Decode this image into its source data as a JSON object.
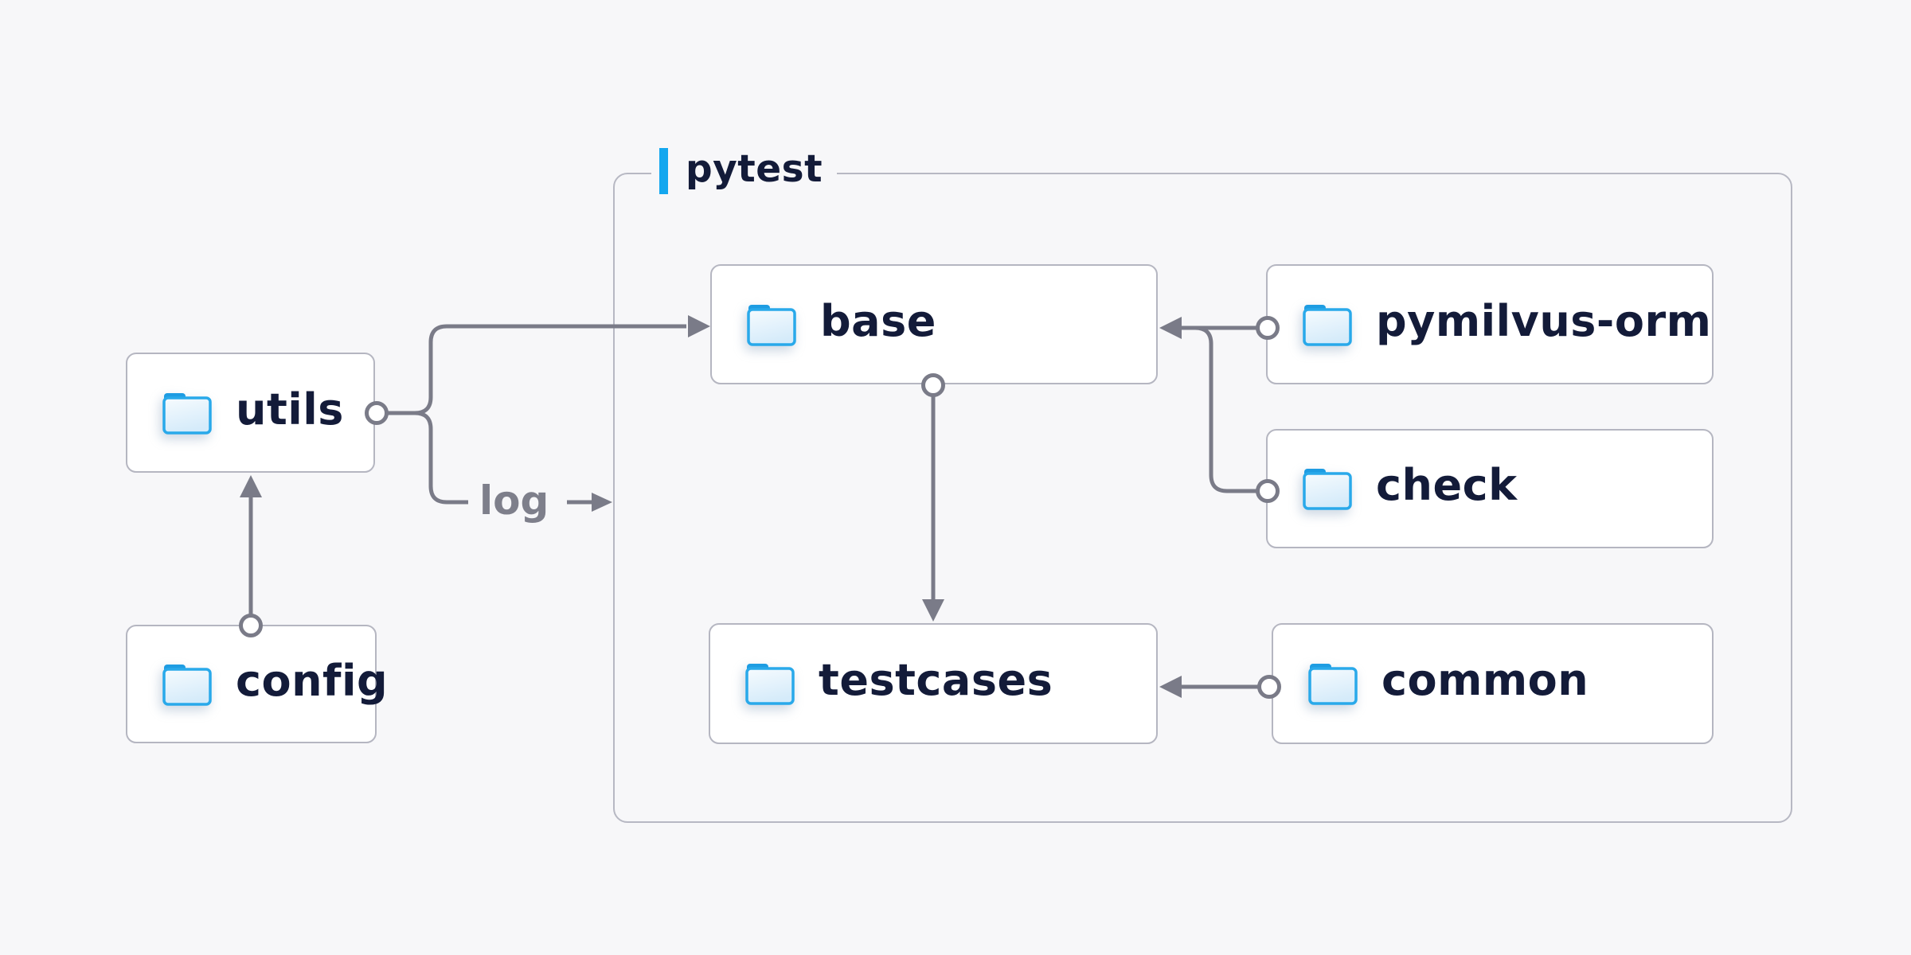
{
  "diagram": {
    "container": {
      "label": "pytest"
    },
    "nodes": {
      "utils": {
        "label": "utils",
        "icon": "folder-icon"
      },
      "config": {
        "label": "config",
        "icon": "folder-icon"
      },
      "base": {
        "label": "base",
        "icon": "folder-icon"
      },
      "pymilvus": {
        "label": "pymilvus-orm",
        "icon": "folder-icon"
      },
      "check": {
        "label": "check",
        "icon": "folder-icon"
      },
      "testcases": {
        "label": "testcases",
        "icon": "folder-icon"
      },
      "common": {
        "label": "common",
        "icon": "folder-icon"
      }
    },
    "edge_labels": {
      "log": "log"
    },
    "edges": [
      {
        "from": "config",
        "to": "utils",
        "style": "arrow"
      },
      {
        "from": "utils",
        "to": "base",
        "style": "arrow"
      },
      {
        "from": "utils",
        "to": "log",
        "style": "arrow",
        "label": "log"
      },
      {
        "from": "pymilvus-orm",
        "to": "base",
        "style": "arrow"
      },
      {
        "from": "check",
        "to": "base",
        "style": "arrow"
      },
      {
        "from": "base",
        "to": "testcases",
        "style": "arrow"
      },
      {
        "from": "common",
        "to": "testcases",
        "style": "arrow"
      }
    ],
    "colors": {
      "background": "#f7f7f9",
      "node_fill": "#ffffff",
      "node_border": "#b5b6c1",
      "group_border": "#b7b8c3",
      "text_navy": "#131b39",
      "line_gray": "#7a7b88",
      "accent_blue": "#14a7ef",
      "folder_border_blue": "#29a9ea",
      "folder_tab_blue": "#1e9ce2",
      "folder_fill_light": "#d5ebfa"
    }
  }
}
